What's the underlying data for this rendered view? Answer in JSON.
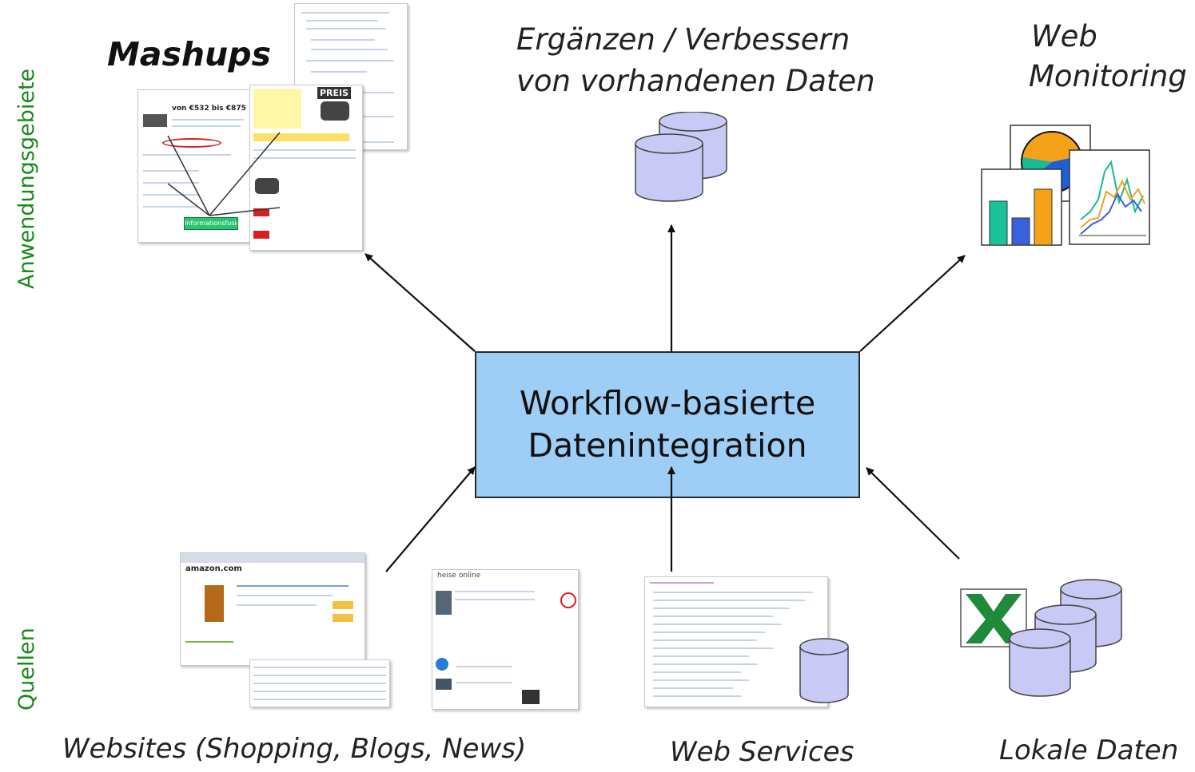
{
  "labels": {
    "applications": "Anwendungsgebiete",
    "sources": "Quellen"
  },
  "center": {
    "line1": "Workflow-basierte",
    "line2": "Datenintegration"
  },
  "targets": {
    "mashups": "Mashups",
    "enrich_line1": "Ergänzen / Verbessern",
    "enrich_line2": "von vorhandenen Daten",
    "monitoring_line1": "Web",
    "monitoring_line2": "Monitoring"
  },
  "sources": {
    "websites": "Websites (Shopping, Blogs, News)",
    "webservices": "Web Services",
    "local": "Lokale Daten"
  },
  "thumb_text": {
    "mashup_tag": "Informationsfusion",
    "amazon_logo": "amazon.com",
    "heise_logo": "heise online",
    "mashup_price": "von €532 bis €875",
    "preis_badge": "PREIS"
  },
  "colors": {
    "box_fill": "#9ecdf5",
    "side_label": "#1a8a1a",
    "db_fill": "#c9c9f5",
    "db_stroke": "#444444",
    "pie_blue": "#1f5fd6",
    "pie_orange": "#f5a21a",
    "pie_teal": "#19b99a",
    "bar_teal": "#19c299",
    "bar_blue": "#3a5fdf",
    "bar_orange": "#f5a21a",
    "excel_green": "#1e8a3a"
  },
  "icons": [
    "database-icon",
    "chart-icon",
    "excel-icon",
    "arrow-icon"
  ]
}
